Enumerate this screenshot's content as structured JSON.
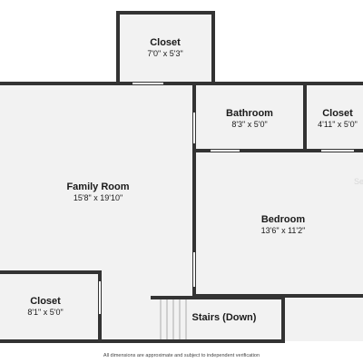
{
  "rooms": {
    "closet_top": {
      "name": "Closet",
      "dims": "7'0\" x 5'3\""
    },
    "family_room": {
      "name": "Family Room",
      "dims": "15'8\" x 19'10\""
    },
    "bathroom": {
      "name": "Bathroom",
      "dims": "8'3\" x 5'0\""
    },
    "closet_right": {
      "name": "Closet",
      "dims": "4'11\" x 5'0\""
    },
    "bedroom": {
      "name": "Bedroom",
      "dims": "13'6\" x 11'2\""
    },
    "closet_bottom": {
      "name": "Closet",
      "dims": "8'1\" x 5'0\""
    },
    "stairs": {
      "name": "Stairs (Down)"
    }
  },
  "watermark": "Sel",
  "disclaimer": "All dimensions are approximate and subject to independent verification",
  "colors": {
    "floor": "#f2f2f2",
    "wall": "#333333",
    "opening": "#ffffff"
  }
}
